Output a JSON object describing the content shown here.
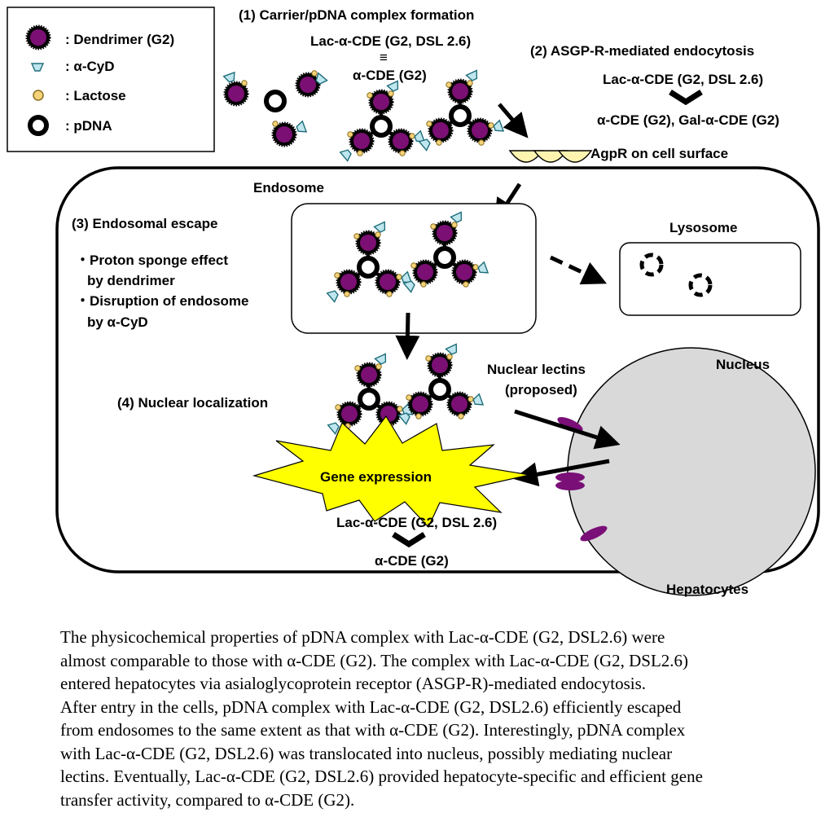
{
  "legend": {
    "dendrimer": ": Dendrimer (G2)",
    "cyd": ": α-CyD",
    "lactose": ": Lactose",
    "pdna": ": pDNA"
  },
  "step1": {
    "title": "(1) Carrier/pDNA  complex formation",
    "carrier_top": "Lac-α-CDE (G2, DSL 2.6)",
    "equiv": "≡",
    "carrier_bottom": "α-CDE (G2)"
  },
  "step2": {
    "title": "(2) ASGP-R-mediated  endocytosis",
    "line1": "Lac-α-CDE (G2, DSL 2.6)",
    "line2": "α-CDE (G2), Gal-α-CDE (G2)"
  },
  "receptor_label": "AgpR on cell surface",
  "endosome_label": "Endosome",
  "lysosome_label": "Lysosome",
  "step3": {
    "title": "(3) Endosomal escape",
    "b1a": "・Proton sponge effect",
    "b1b": "by dendrimer",
    "b2a": "・Disruption of endosome",
    "b2b": "by α-CyD"
  },
  "step4": {
    "title": "(4) Nuclear localization"
  },
  "nuclear_lectins": {
    "line1": "Nuclear lectins",
    "line2": "(proposed)"
  },
  "nucleus_label": "Nucleus",
  "gene_expression": "Gene expression",
  "bottom_compare": {
    "line1": "Lac-α-CDE (G2, DSL 2.6)",
    "line2": "α-CDE (G2)"
  },
  "cell_label": "Hepatocytes",
  "colors": {
    "dendrimer": "#7b0f73",
    "lactose": "#f5d37a",
    "cyd": "#bfe6ee",
    "nucleus": "#d9d9d9",
    "lectin": "#7a0f78",
    "burst": "#ffff00",
    "receptor": "#fff3b0"
  },
  "caption": [
    "The physicochemical  properties of pDNA complex with Lac-α-CDE (G2, DSL2.6) were",
    "almost comparable to those with α-CDE (G2).  The complex with Lac-α-CDE (G2, DSL2.6)",
    "entered hepatocytes via asialoglycoprotein  receptor (ASGP-R)-mediated endocytosis.",
    "After entry in the cells,  pDNA complex with Lac-α-CDE (G2, DSL2.6) efficiently escaped",
    "from endosomes to the same extent as that with α-CDE (G2).  Interestingly, pDNA complex",
    "with Lac-α-CDE (G2, DSL2.6) was translocated into nucleus, possibly  mediating nuclear",
    "lectins. Eventually, Lac-α-CDE (G2, DSL2.6) provided hepatocyte-specific and efficient gene",
    "transfer activity, compared to α-CDE (G2)."
  ]
}
